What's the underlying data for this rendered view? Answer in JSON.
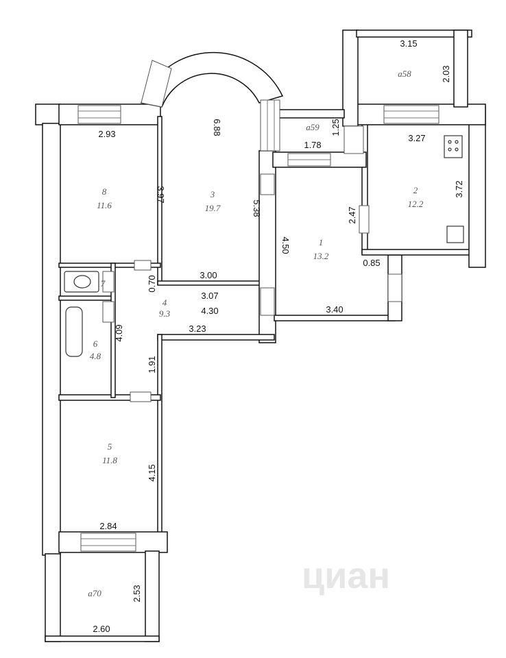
{
  "plan": {
    "rooms": [
      {
        "id": "1",
        "number": "1",
        "area": "13.2"
      },
      {
        "id": "2",
        "number": "2",
        "area": "12.2"
      },
      {
        "id": "3",
        "number": "3",
        "area": "19.7"
      },
      {
        "id": "4",
        "number": "4",
        "area": "9.3"
      },
      {
        "id": "5",
        "number": "5",
        "area": "11.8"
      },
      {
        "id": "6",
        "number": "6",
        "area": "4.8"
      },
      {
        "id": "7",
        "number": "7",
        "area": ""
      },
      {
        "id": "8",
        "number": "8",
        "area": "11.6"
      }
    ],
    "balconies": [
      {
        "id": "a58",
        "label": "а58"
      },
      {
        "id": "a59",
        "label": "а59"
      },
      {
        "id": "a70",
        "label": "а70"
      }
    ],
    "dimensions": {
      "d315": "3.15",
      "d203": "2.03",
      "d327": "3.27",
      "d372": "3.72",
      "d247": "2.47",
      "d085": "0.85",
      "d125": "1.25",
      "d178": "1.78",
      "d688": "6.88",
      "d538": "5.38",
      "d293": "2.93",
      "d397": "3.97",
      "d450": "4.50",
      "d340": "3.40",
      "d300": "3.00",
      "d307": "3.07",
      "d070": "0.70",
      "d430": "4.30",
      "d409": "4.09",
      "d323": "3.23",
      "d191": "1.91",
      "d415": "4.15",
      "d284": "2.84",
      "d253": "2.53",
      "d260": "2.60"
    },
    "watermark": "циан"
  }
}
